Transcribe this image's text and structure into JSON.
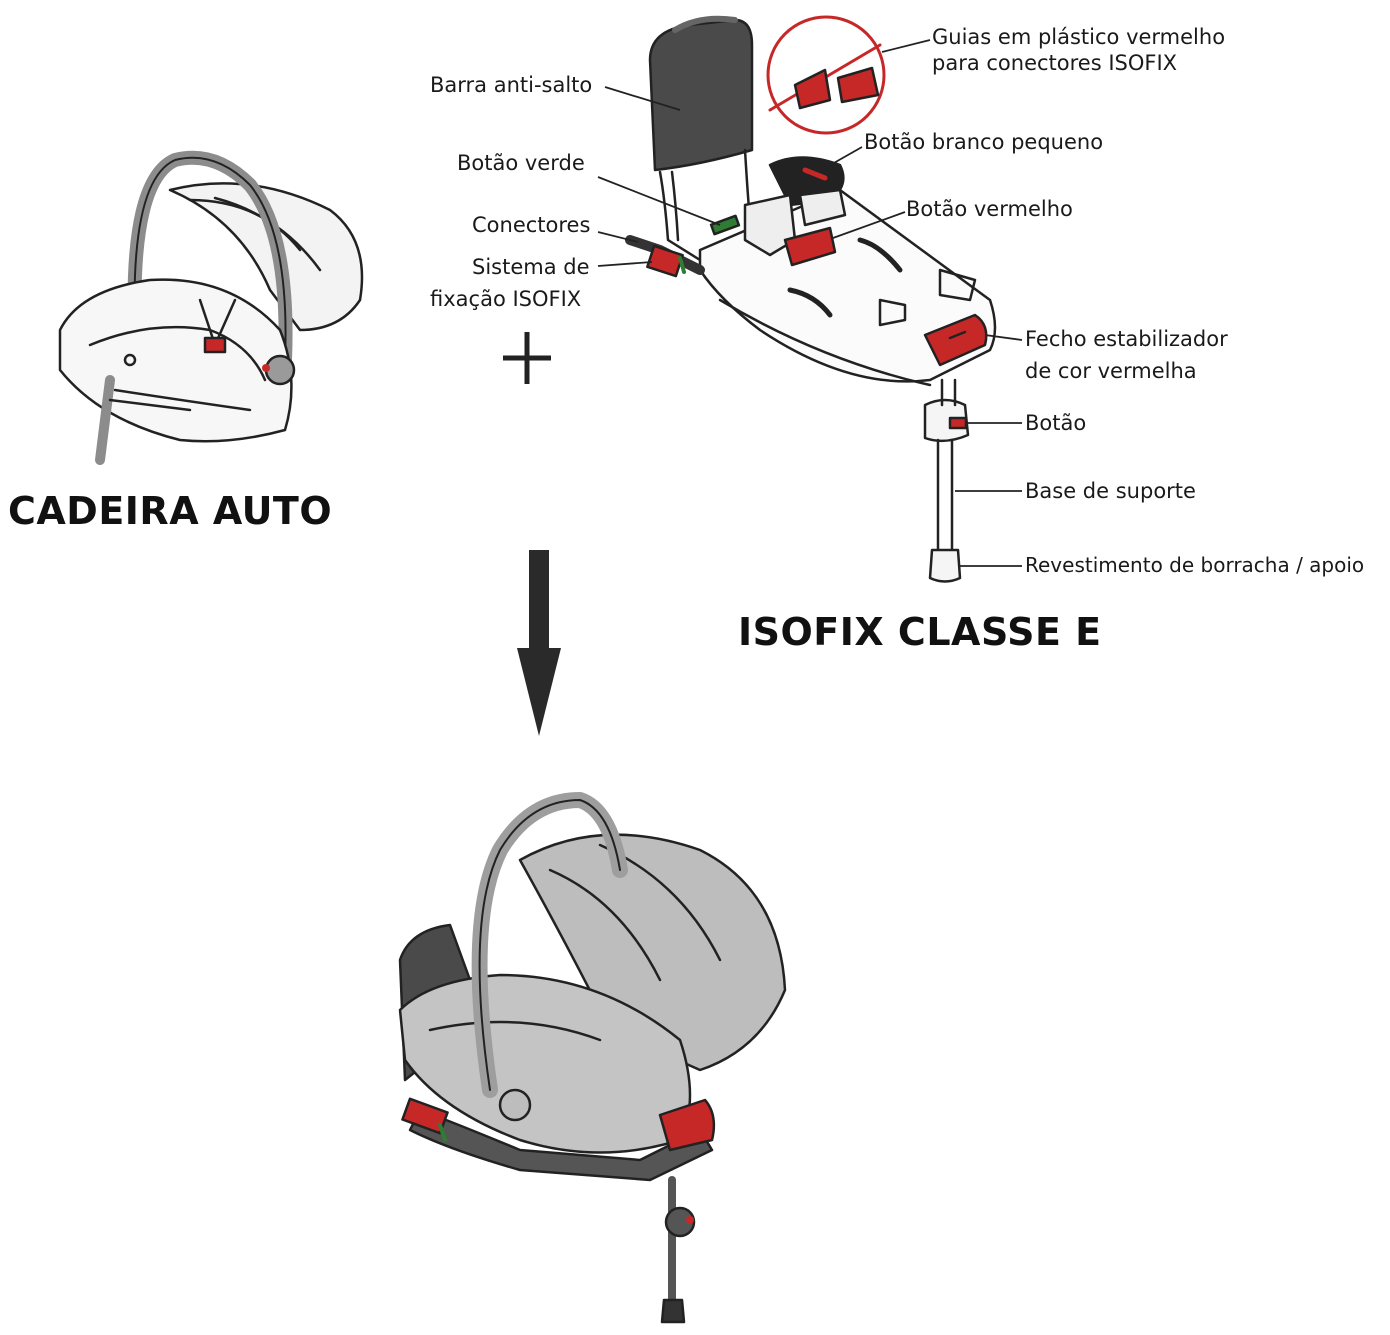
{
  "titles": {
    "car_seat": "CADEIRA AUTO",
    "isofix": "ISOFIX CLASSE E"
  },
  "labels": {
    "barra_anti_salto": "Barra anti-salto",
    "botao_verde": "Botão verde",
    "conectores": "Conectores",
    "sistema_fixacao_1": "Sistema de",
    "sistema_fixacao_2": "fixação ISOFIX",
    "guias_1": "Guias em plástico vermelho",
    "guias_2": "para conectores ISOFIX",
    "botao_branco": "Botão branco pequeno",
    "botao_vermelho": "Botão vermelho",
    "fecho_1": "Fecho estabilizador",
    "fecho_2": "de cor vermelha",
    "botao": "Botão",
    "base_suporte": "Base de suporte",
    "revestimento": "Revestimento de borracha / apoio"
  },
  "symbols": {
    "plus": "+"
  },
  "colors": {
    "accent_red": "#c62828",
    "line": "#222222",
    "gray_fill": "#bdbdbd",
    "dark_fill": "#4a4a4a",
    "green": "#2e7d32"
  },
  "icons": [
    "plus-icon",
    "down-arrow-icon",
    "car-seat-illustration",
    "isofix-base-illustration",
    "assembled-seat-illustration"
  ]
}
